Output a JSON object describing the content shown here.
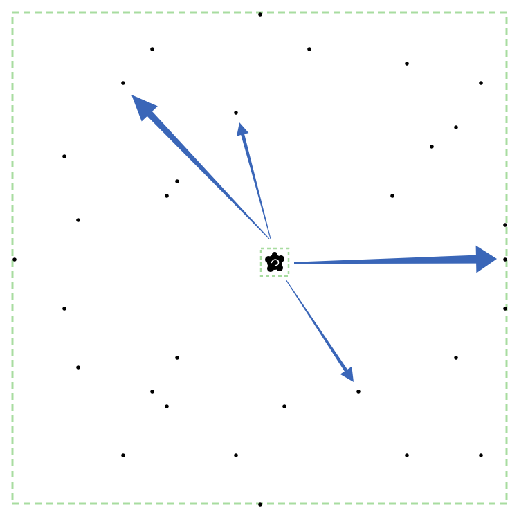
{
  "colors": {
    "frame": "#a8dca0",
    "arrow": "#3a66b8",
    "dot": "#000000",
    "background": "#ffffff",
    "center_icon": "#000000"
  },
  "frame_style": "dashed",
  "center_icon": "blob-cluster-icon",
  "dot_count": 33,
  "arrow_count": 4
}
